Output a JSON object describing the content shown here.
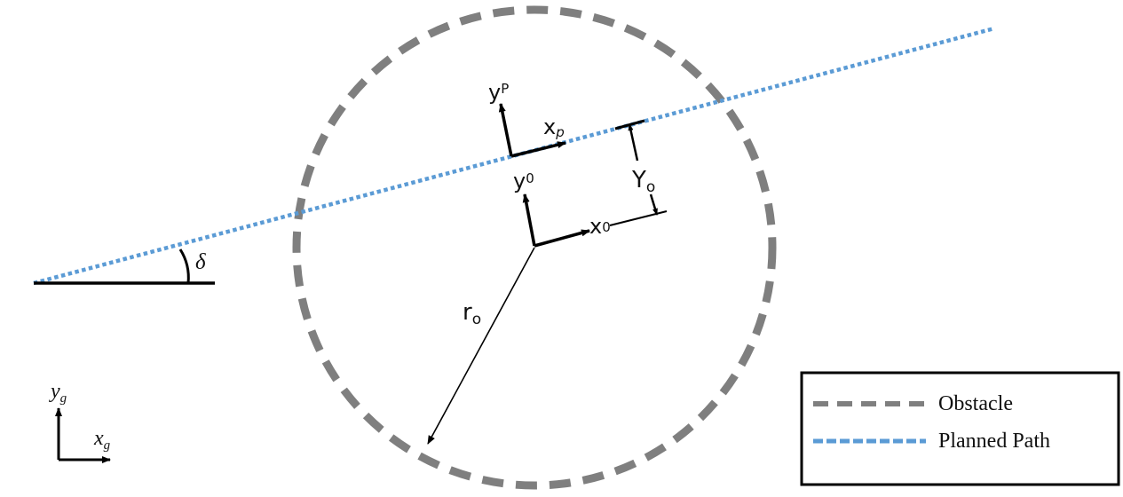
{
  "colors": {
    "obstacle": "#7f7f7f",
    "planned_path": "#5b9bd5",
    "axes": "#000000",
    "background": "#ffffff"
  },
  "labels": {
    "delta": "δ",
    "yp_base": "y",
    "yp_sup": "P",
    "xp_base": "x",
    "xp_sub": "p",
    "y0_base": "y",
    "y0_sub": "0",
    "x0_base": "x",
    "x0_sub": "0",
    "Yo_base": "Y",
    "Yo_sub": "o",
    "ro_base": "r",
    "ro_sub": "o",
    "yg_base": "y",
    "yg_sub": "g",
    "xg_base": "x",
    "xg_sub": "g"
  },
  "legend": {
    "obstacle_label": "Obstacle",
    "path_label": "Planned Path"
  }
}
